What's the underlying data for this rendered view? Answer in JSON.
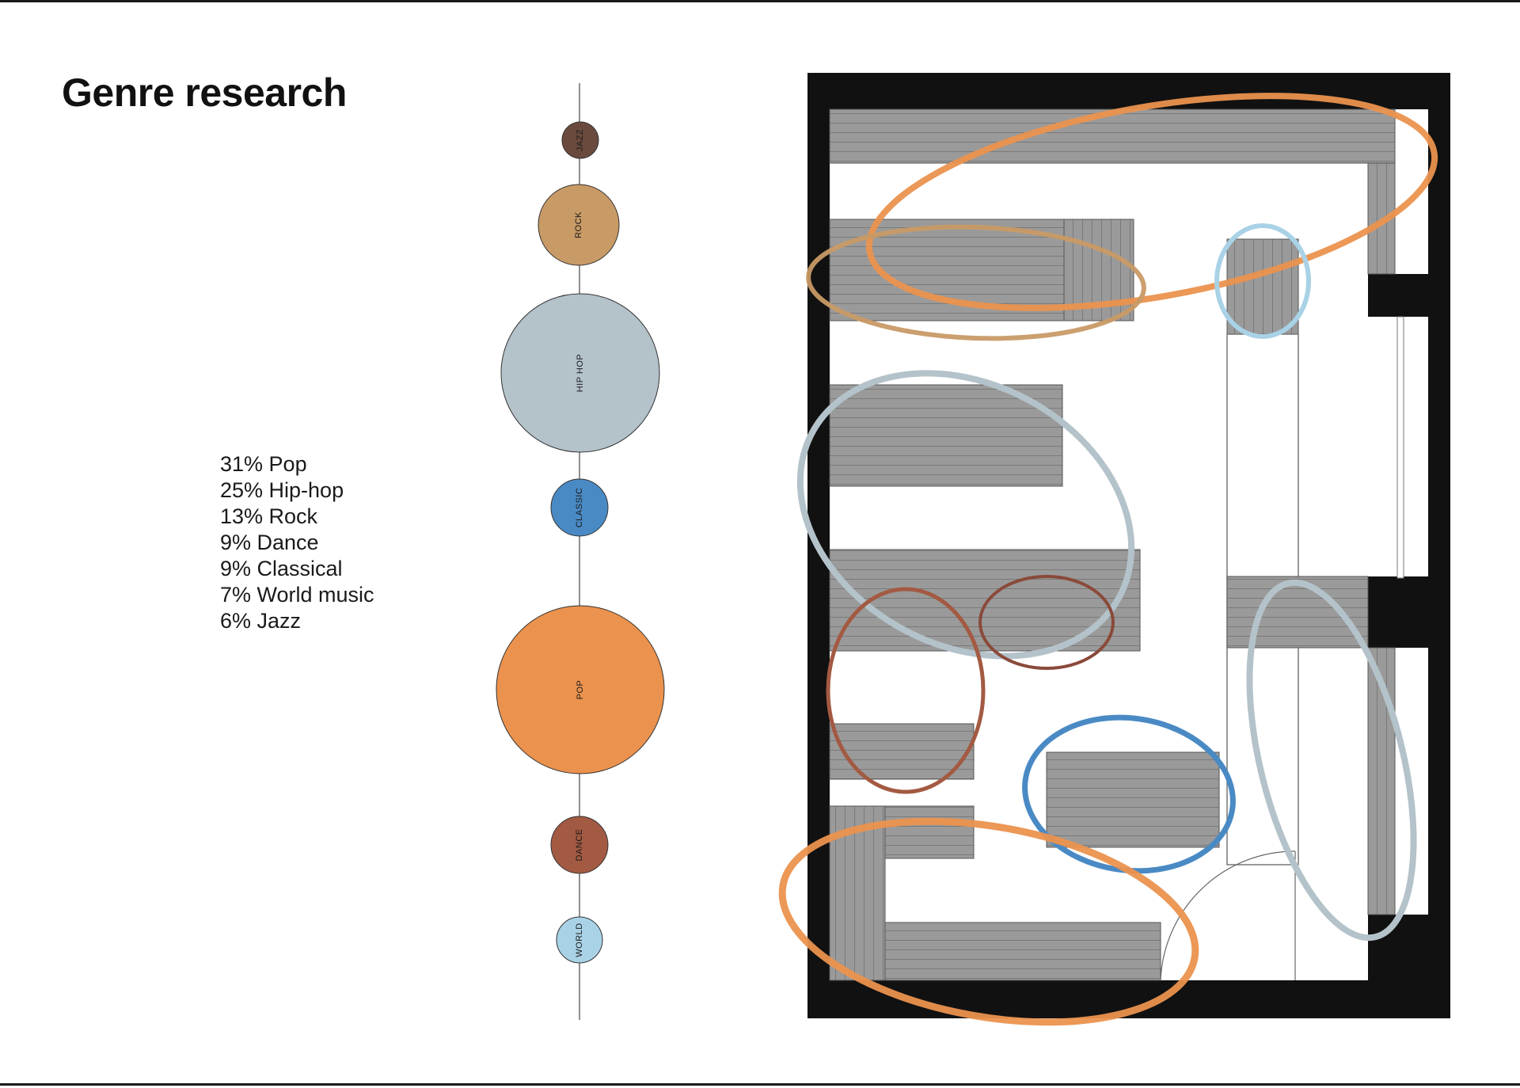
{
  "title": "Genre research",
  "stats": [
    "31% Pop",
    "25% Hip-hop",
    "13% Rock",
    "9% Dance",
    "9% Classical",
    "7% World music",
    "6% Jazz"
  ],
  "bubbles": [
    {
      "label": "JAZZ",
      "color": "#6b4a3e",
      "share": 6
    },
    {
      "label": "ROCK",
      "color": "#c89a66",
      "share": 13
    },
    {
      "label": "HIP HOP",
      "color": "#b4c2ca",
      "share": 25
    },
    {
      "label": "CLASSIC",
      "color": "#4a8ac4",
      "share": 9
    },
    {
      "label": "POP",
      "color": "#eb924e",
      "share": 31
    },
    {
      "label": "DANCE",
      "color": "#a35a42",
      "share": 9
    },
    {
      "label": "WORLD",
      "color": "#a9d2e6",
      "share": 7
    }
  ],
  "colors": {
    "wall": "#111111",
    "shelf": "#9a9a9a",
    "pop": "#eb924e",
    "rock": "#c89a66",
    "hiphop": "#b4c2ca",
    "classic": "#4a8ac4",
    "dance": "#a35a42",
    "jazz": "#6b4a3e",
    "world": "#a9d2e6"
  }
}
